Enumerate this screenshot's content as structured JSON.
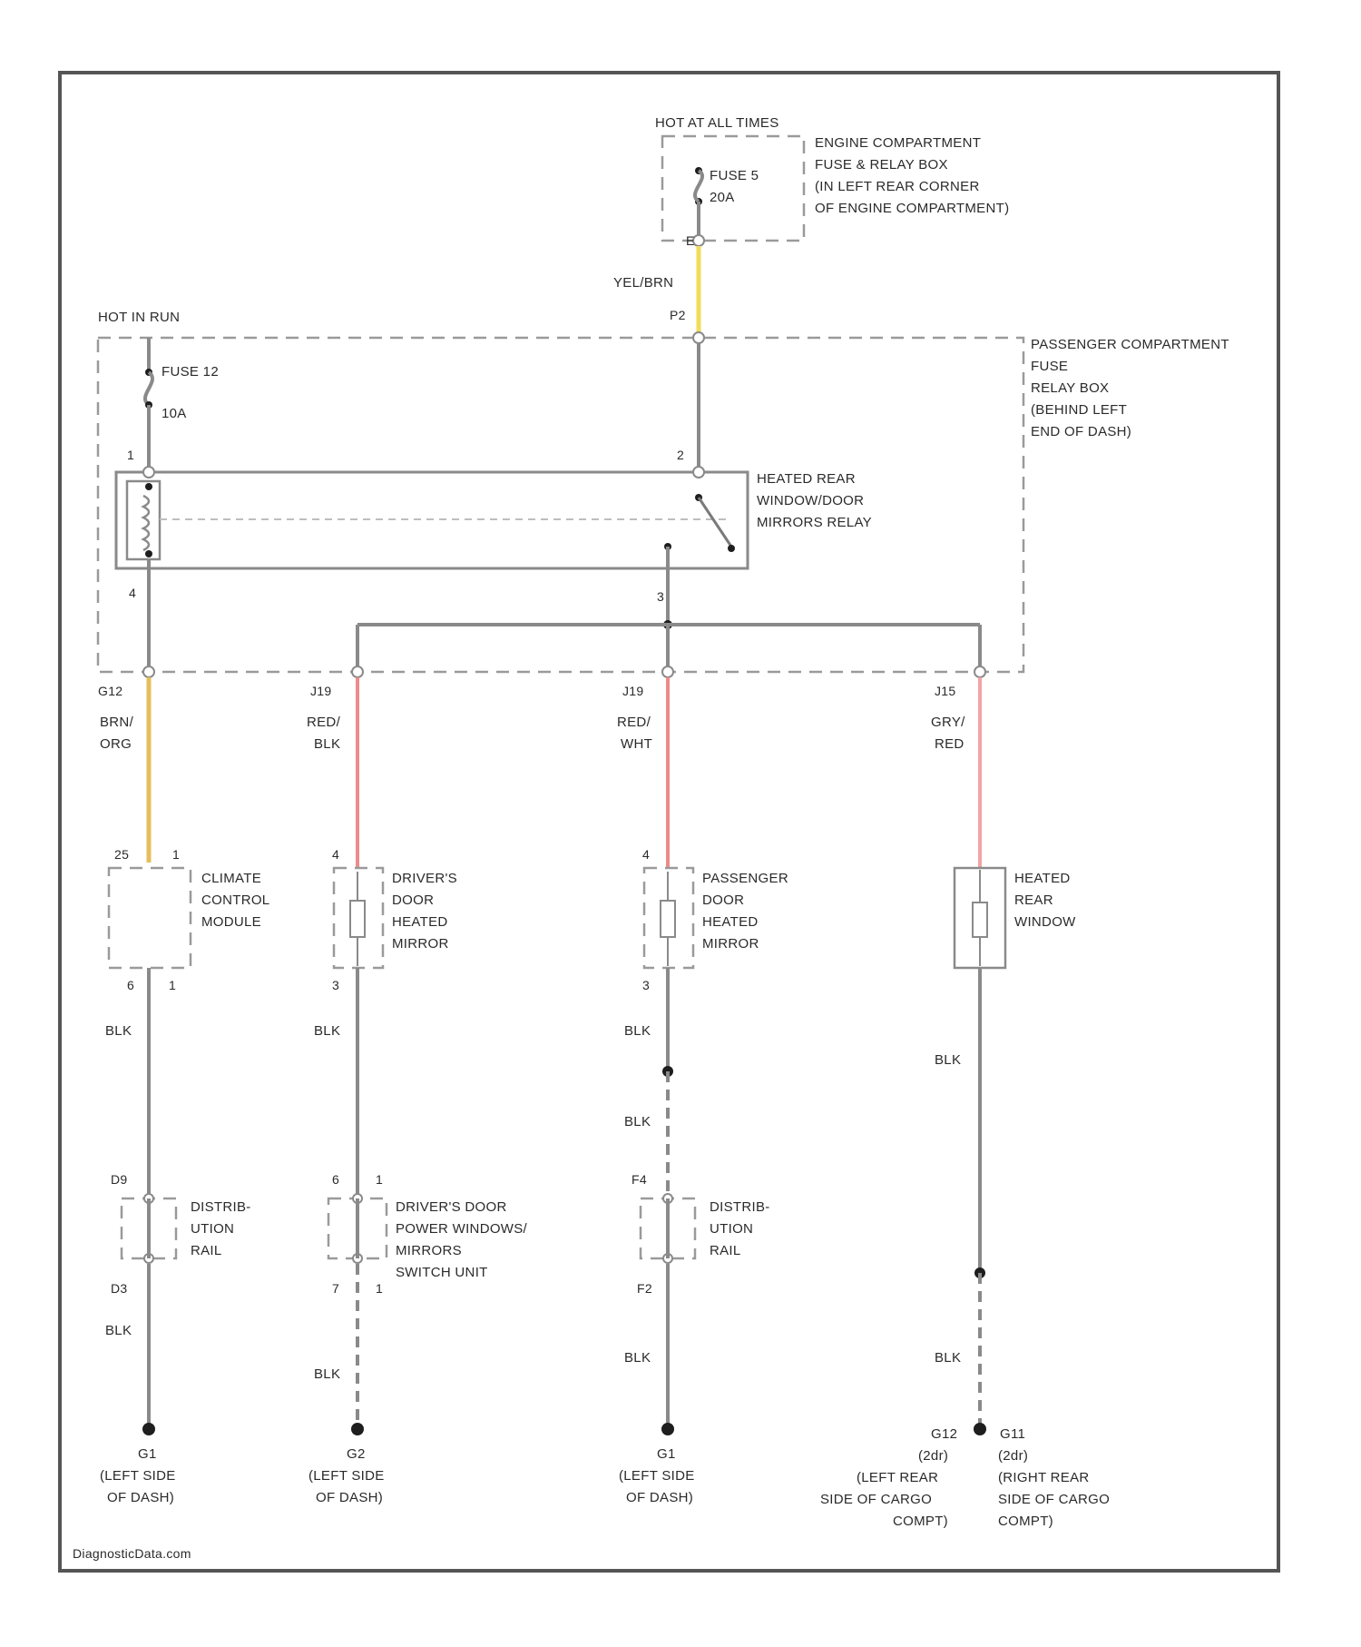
{
  "colors": {
    "yel_brn": "#f2dc5a",
    "brn_org": "#e6bf5c",
    "red": "#ee8a8a",
    "red_light": "#f4a3a3",
    "wire_gray": "#8a8a8a"
  },
  "power": {
    "hot_at_all_times": "HOT AT ALL TIMES",
    "hot_in_run": "HOT IN RUN",
    "fuse5_name": "FUSE 5",
    "fuse5_rating": "20A",
    "fuse12_name": "FUSE 12",
    "fuse12_rating": "10A"
  },
  "engine_box": [
    "ENGINE COMPARTMENT",
    "FUSE & RELAY BOX",
    "(IN LEFT REAR CORNER",
    "OF ENGINE COMPARTMENT)"
  ],
  "passenger_box": [
    "PASSENGER COMPARTMENT",
    "FUSE",
    "RELAY BOX",
    "(BEHIND LEFT",
    "END OF DASH)"
  ],
  "relay": {
    "lines": [
      "HEATED REAR",
      "WINDOW/DOOR",
      "MIRRORS RELAY"
    ],
    "pins": [
      "1",
      "2",
      "4",
      "3"
    ]
  },
  "connectors": {
    "engine_out": "E",
    "p_in": "P2",
    "j12": "G12",
    "j19a": "J19",
    "j19b": "J19",
    "j15": "J15"
  },
  "wire_colors": {
    "feed": "YEL/BRN",
    "climate": [
      "BRN/",
      "ORG"
    ],
    "driver": [
      "RED/",
      "BLK"
    ],
    "passenger": [
      "RED/",
      "WHT"
    ],
    "rear": [
      "GRY/",
      "RED"
    ],
    "blk": "BLK"
  },
  "components": {
    "climate": {
      "lines": [
        "CLIMATE",
        "CONTROL",
        "MODULE"
      ],
      "pin_in": "25",
      "pin_in2": "1",
      "pin_out": "6",
      "pin_out2": "1"
    },
    "driver_mirror": {
      "lines": [
        "DRIVER'S",
        "DOOR",
        "HEATED",
        "MIRROR"
      ],
      "pin_in": "4",
      "pin_out": "3"
    },
    "passenger_mirror": {
      "lines": [
        "PASSENGER",
        "DOOR",
        "HEATED",
        "MIRROR"
      ],
      "pin_in": "4",
      "pin_out": "3"
    },
    "rear_window": {
      "lines": [
        "HEATED",
        "REAR",
        "WINDOW"
      ]
    }
  },
  "splices": {
    "left": {
      "lines": [
        "DISTRIB-",
        "UTION",
        "RAIL"
      ],
      "top": "D9",
      "bottom": "D3"
    },
    "switch": {
      "lines": [
        "DRIVER'S DOOR",
        "POWER WINDOWS/",
        "MIRRORS",
        "SWITCH UNIT"
      ],
      "top_a": "6",
      "top_b": "1",
      "bot_a": "7",
      "bot_b": "1"
    },
    "right": {
      "lines": [
        "DISTRIB-",
        "UTION",
        "RAIL"
      ],
      "top": "F4",
      "bottom": "F2"
    }
  },
  "grounds": {
    "g1a": [
      "G1",
      "(LEFT SIDE",
      "OF DASH)"
    ],
    "g2": [
      "G2",
      "(LEFT SIDE",
      "OF DASH)"
    ],
    "g1b": [
      "G1",
      "(LEFT SIDE",
      "OF DASH)"
    ],
    "g12": [
      "G12",
      "(2dr)",
      "(LEFT REAR",
      "SIDE OF CARGO",
      "COMPT)"
    ],
    "g11": [
      "G11",
      "(2dr)",
      "(RIGHT REAR",
      "SIDE OF CARGO",
      "COMPT)"
    ]
  },
  "watermark": "DiagnosticData.com"
}
